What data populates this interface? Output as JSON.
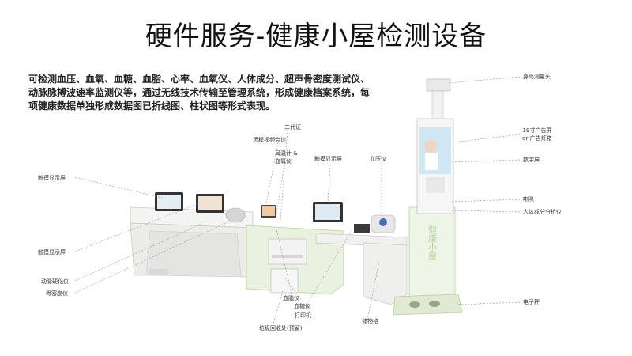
{
  "title": "硬件服务-健康小屋检测设备",
  "description": [
    "可检测血压、血氧、血糖、血脂、心率、血氧仪、人体成分、超声骨密度测试仪、",
    "动脉脉搏波速率监测仪等，通过无线技术传输至管理系统，形成健康档案系统，每",
    "项健康数据单独形成数据图已折线图、柱状图等形式表现。"
  ],
  "kiosk_logo": "健康小屋",
  "labels": {
    "height_head": "身高测量头",
    "ad_screen": "19寸广告屏 or 广告灯箱",
    "digital_screen": "数字屏",
    "speaker": "喇叭",
    "body_composition": "人体成分分析仪",
    "scale": "电子秤",
    "id_card": "二代证",
    "video_consult": "远程视频会诊",
    "ear_thermo": "耳温计 &血氧仪",
    "touch_screen_mid": "触摸显示屏",
    "bp_monitor": "血压仪",
    "touch_screen_left": "触摸显示屏",
    "touch_screen_left2": "触摸显示屏",
    "arterial": "动脉硬化仪",
    "bone_density": "骨密度仪",
    "lipid": "血脂仪",
    "glucose": "血糖仪",
    "printer": "打印机",
    "storage": "储物格",
    "trash": "垃圾回收处(预留)"
  }
}
